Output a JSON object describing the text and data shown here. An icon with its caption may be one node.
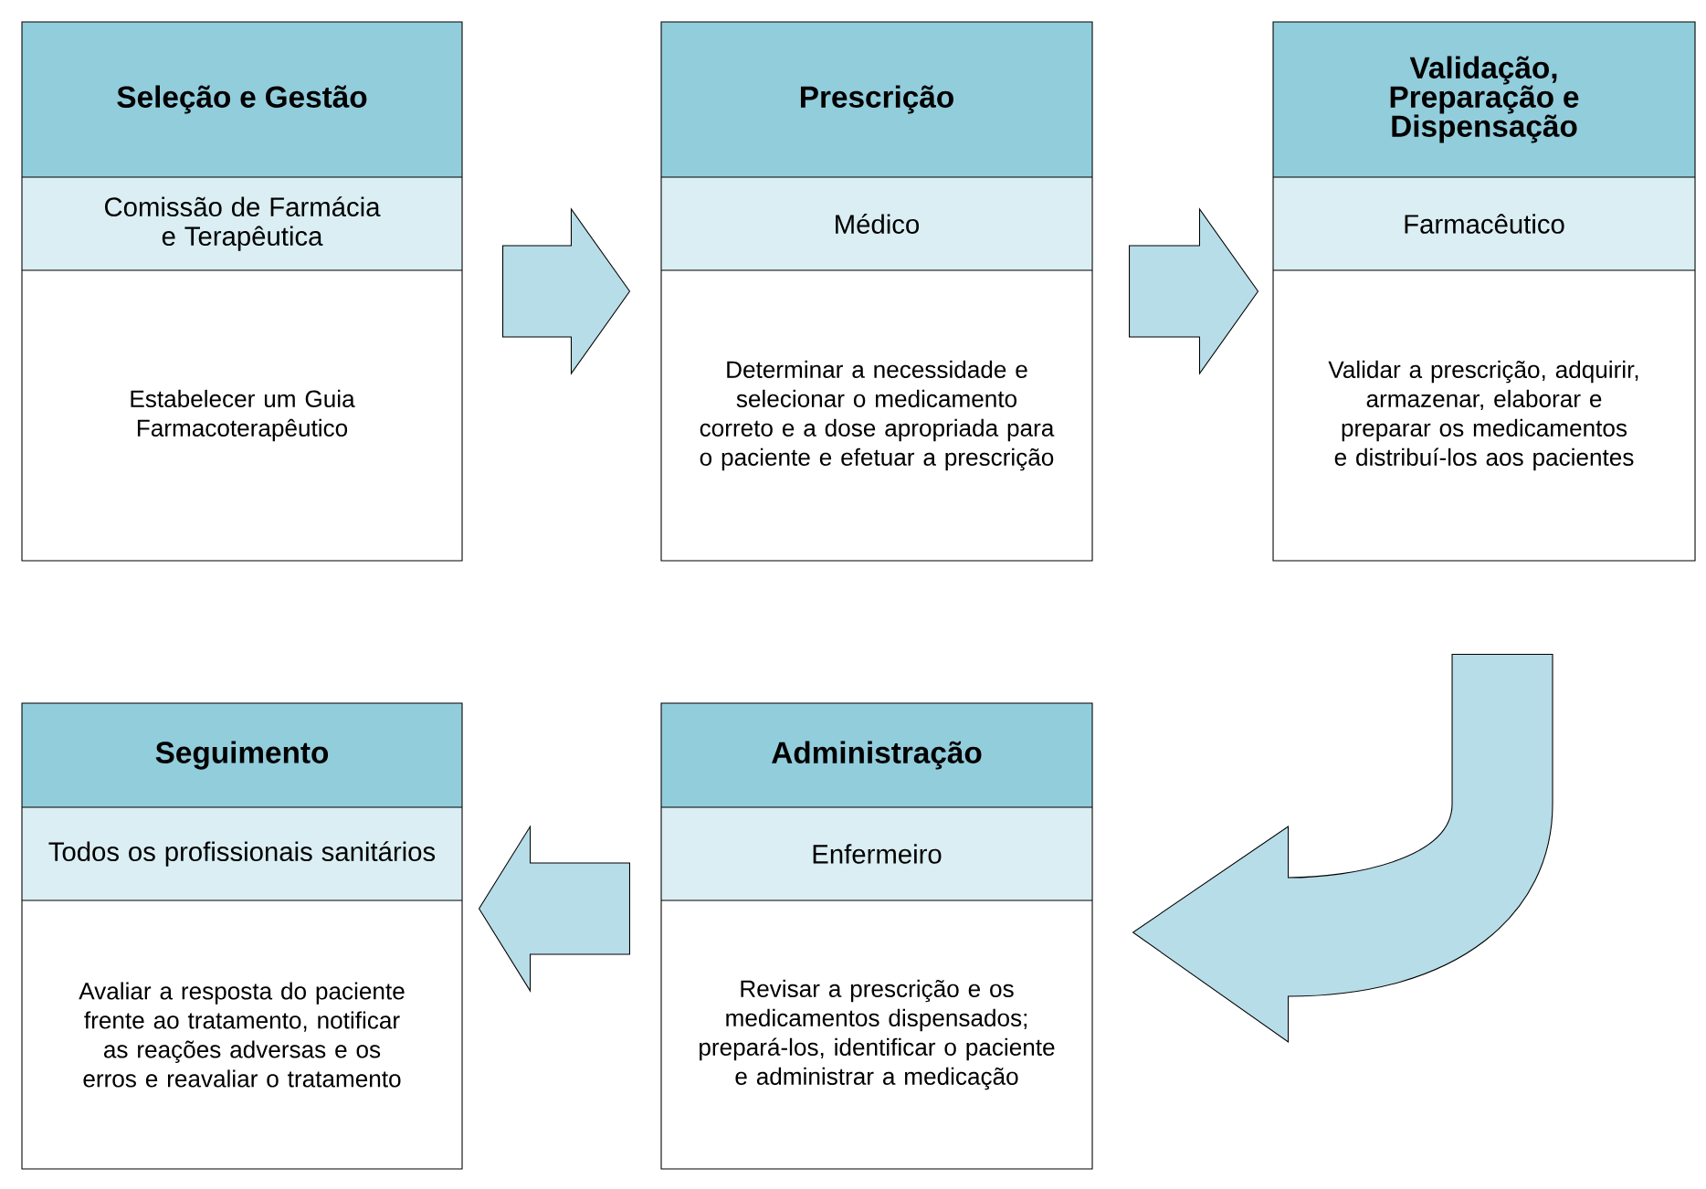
{
  "diagram": {
    "nodes": [
      {
        "text": [
          "Seleção e Gestão",
          "Comissão de Farmácia e Terapêutica",
          "Estabelecer um Guia Farmacoterapêutico"
        ]
      },
      {
        "text": [
          "Prescrição",
          "Médico",
          "Determinar a necessidade e selecionar o medicamento correto e a dose apropriada para o paciente e efetuar a prescrição"
        ]
      },
      {
        "text": [
          "Validação, Preparação e Dispensação",
          "Farmacêutico",
          "Validar a prescrição, adquirir, armazenar, elaborar e preparar os medicamentos e distribuí-los aos pacientes"
        ]
      },
      {
        "text": [
          "Administração",
          "Enfermeiro",
          "Revisar a prescrição e os medicamentos dispensados; prepará-los, identificar o paciente e administrar a medicação"
        ]
      },
      {
        "text": [
          "Seguimento",
          "Todos os profissionais sanitários",
          "Avaliar a resposta do paciente frente ao tratamento, notificar as reações adversas e os erros e reavaliar o tratamento"
        ]
      }
    ],
    "edges": [
      {
        "from": 0,
        "to": 1,
        "arrow": "to"
      },
      {
        "from": 1,
        "to": 2,
        "arrow": "to"
      },
      {
        "from": 2,
        "to": 3,
        "arrow": "to"
      },
      {
        "from": 3,
        "to": 4,
        "arrow": "to"
      }
    ]
  }
}
